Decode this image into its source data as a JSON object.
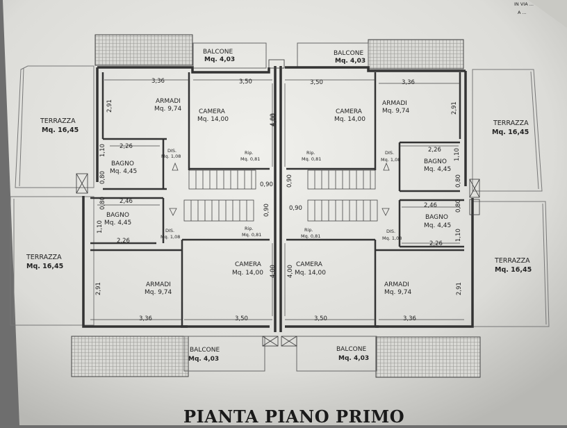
{
  "title": "PIANTA PIANO PRIMO",
  "corner_note": [
    "IN VIA ...",
    "A ..."
  ],
  "rooms": {
    "balcone": "BALCONE",
    "balcone_area": "Mq. 4,03",
    "terrazza": "TERRAZZA",
    "terrazza_area": "Mq. 16,45",
    "armadi": "ARMADI",
    "armadi_area": "Mq. 9,74",
    "camera": "CAMERA",
    "camera_area": "Mq. 14,00",
    "bagno": "BAGNO",
    "bagno_area": "Mq. 4,45",
    "dis": "DIS.",
    "dis_area": "Mq. 1,08",
    "rip": "Rip.",
    "rip_area": "Mq. 0,81"
  },
  "dimensions": {
    "w336": "3,36",
    "w350": "3,50",
    "h291": "2,91",
    "h400": "4,00",
    "w226": "2,26",
    "w246": "2,46",
    "h110": "1,10",
    "h080": "0,80",
    "w090": "0,90"
  }
}
